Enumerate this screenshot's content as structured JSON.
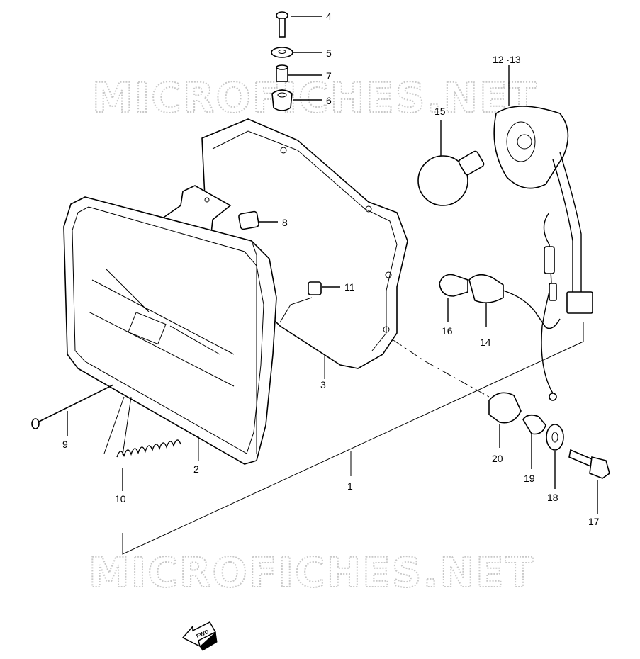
{
  "watermark": "MICROFICHES.NET",
  "fwd_label": "FWD",
  "callouts": [
    {
      "id": "c1",
      "label": "1"
    },
    {
      "id": "c2",
      "label": "2"
    },
    {
      "id": "c3",
      "label": "3"
    },
    {
      "id": "c4",
      "label": "4"
    },
    {
      "id": "c5",
      "label": "5"
    },
    {
      "id": "c6",
      "label": "6"
    },
    {
      "id": "c7",
      "label": "7"
    },
    {
      "id": "c8",
      "label": "8"
    },
    {
      "id": "c9",
      "label": "9"
    },
    {
      "id": "c10",
      "label": "10"
    },
    {
      "id": "c11",
      "label": "11"
    },
    {
      "id": "c12",
      "label": "12 ·13"
    },
    {
      "id": "c14",
      "label": "14"
    },
    {
      "id": "c15",
      "label": "15"
    },
    {
      "id": "c16",
      "label": "16"
    },
    {
      "id": "c17",
      "label": "17"
    },
    {
      "id": "c18",
      "label": "18"
    },
    {
      "id": "c19",
      "label": "19"
    },
    {
      "id": "c20",
      "label": "20"
    }
  ]
}
